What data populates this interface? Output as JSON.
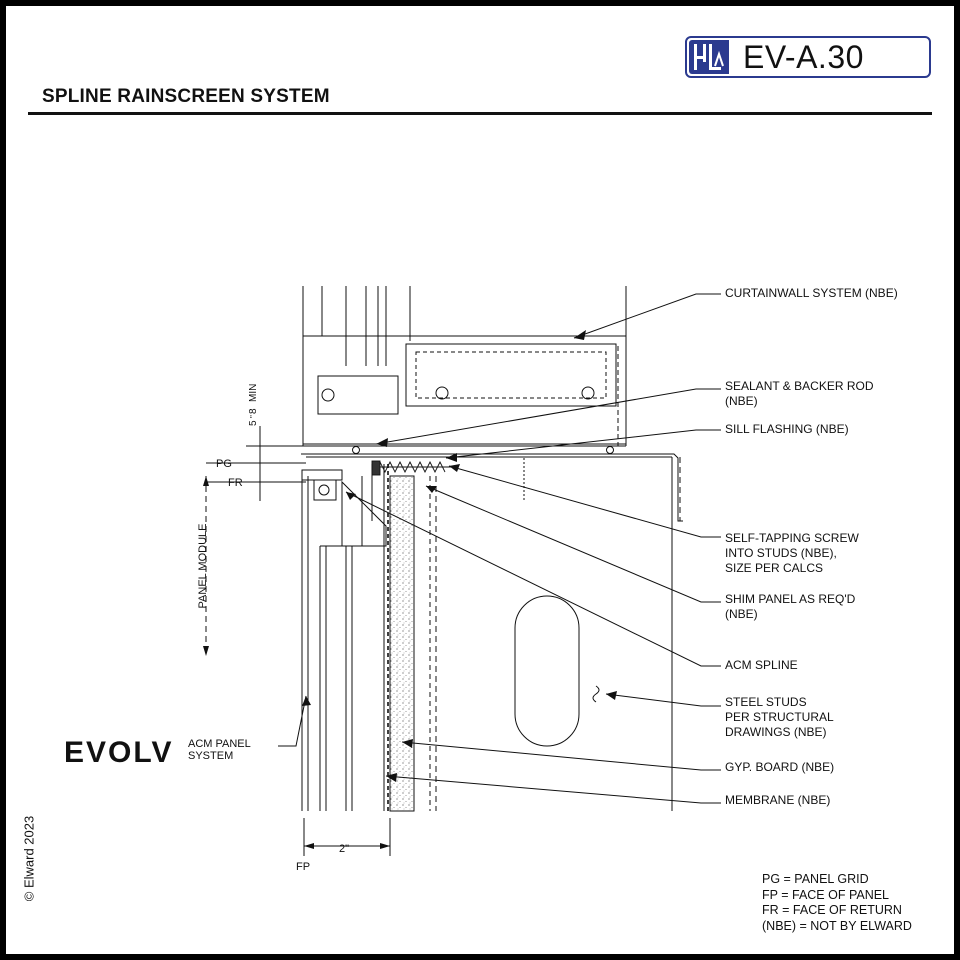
{
  "header": {
    "title": "SPLINE RAINSCREEN SYSTEM",
    "sheet_number": "EV-A.30"
  },
  "copyright": "© Elward 2023",
  "brand": {
    "name": "EVOLV",
    "product_line1": "ACM PANEL",
    "product_line2": "SYSTEM"
  },
  "callouts": {
    "curtainwall": "CURTAINWALL SYSTEM  (NBE)",
    "sealant_1": "SEALANT & BACKER ROD",
    "sealant_2": "(NBE)",
    "sill_flashing": "SILL FLASHING  (NBE)",
    "screw_1": "SELF-TAPPING SCREW",
    "screw_2": "INTO STUDS (NBE),",
    "screw_3": "SIZE PER CALCS",
    "shim_1": "SHIM PANEL AS REQ'D",
    "shim_2": "(NBE)",
    "acm_spline": "ACM SPLINE",
    "studs_1": "STEEL STUDS",
    "studs_2": "PER STRUCTURAL",
    "studs_3": "DRAWINGS  (NBE)",
    "gyp": "GYP. BOARD  (NBE)",
    "membrane": "MEMBRANE  (NBE)"
  },
  "dimensions": {
    "pg": "PG",
    "fr": "FR",
    "fp": "FP",
    "panel_module": "PANEL MODULE",
    "min_frac_num": "5",
    "min_frac_den": "8",
    "min_unit": "\"",
    "min_label": "MIN",
    "depth": "2\""
  },
  "legend": [
    "PG = PANEL GRID",
    "FP = FACE OF PANEL",
    "FR = FACE OF RETURN",
    "(NBE) = NOT BY ELWARD"
  ],
  "colors": {
    "ink": "#111111",
    "brand_blue": "#2b3a8f",
    "frame": "#000000"
  }
}
